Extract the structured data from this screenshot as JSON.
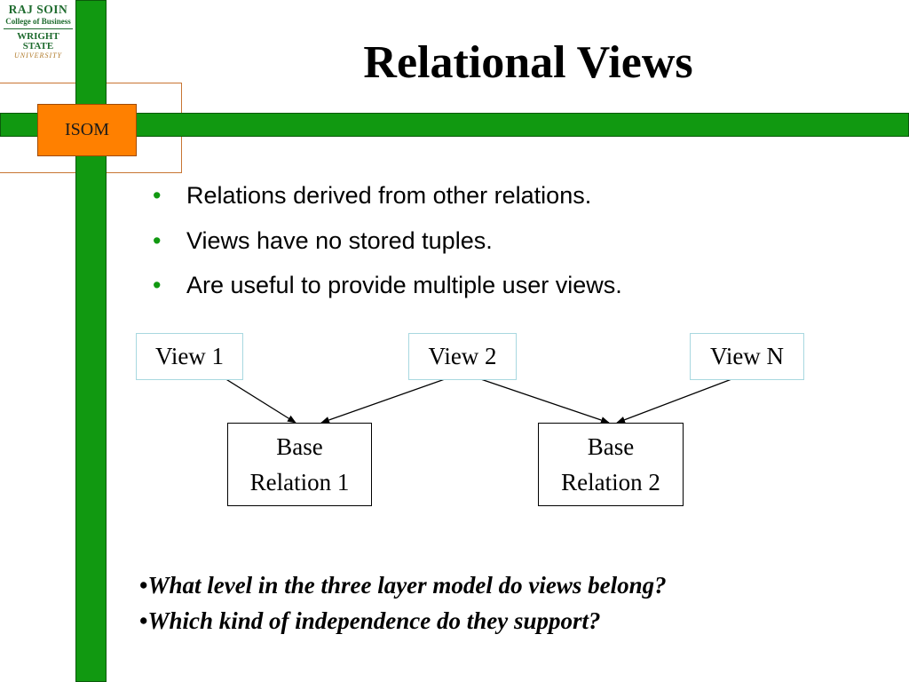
{
  "logo": {
    "line1": "RAJ SOIN",
    "line2": "College of Business",
    "line3": "WRIGHT STATE",
    "line4": "UNIVERSITY"
  },
  "badge": {
    "label": "ISOM"
  },
  "title": "Relational Views",
  "bullets": [
    {
      "marker": "•",
      "text": "Relations derived from other relations."
    },
    {
      "marker": "•",
      "text": "Views have no stored tuples."
    },
    {
      "marker": "•",
      "text": "Are useful to provide multiple user views."
    }
  ],
  "diagram": {
    "views": [
      "View 1",
      "View 2",
      "View N"
    ],
    "base_relations": [
      {
        "line1": "Base",
        "line2": "Relation 1"
      },
      {
        "line1": "Base",
        "line2": "Relation 2"
      }
    ]
  },
  "questions": [
    {
      "marker": "•",
      "text": "What level in the three layer model do views belong?"
    },
    {
      "marker": "•",
      "text": "Which kind of independence do they support?"
    }
  ],
  "colors": {
    "frame_green": "#119911",
    "badge_orange": "#ff8000",
    "logo_green": "#1e6b2e",
    "view_box_border": "#a8d8e0"
  }
}
